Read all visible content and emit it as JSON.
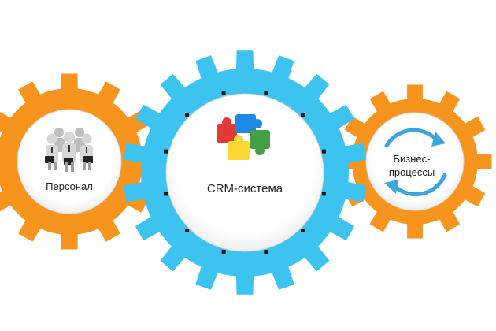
{
  "gears": {
    "personnel": {
      "label": "Персонал",
      "color": "#F7941D",
      "icon": "business-people-icon"
    },
    "crm": {
      "label": "CRM-система",
      "color": "#3CC3F0",
      "icon": "puzzle-icon"
    },
    "business": {
      "label_line1": "Бизнес-",
      "label_line2": "процессы",
      "color": "#F7941D",
      "icon": "cycle-arrows-icon"
    }
  },
  "colors": {
    "hub": "#FFFFFF",
    "hub_stroke": "#D9D9D9",
    "dots": "#111111",
    "puzzle": [
      "#E53935",
      "#1E88E5",
      "#43A047",
      "#FDD835"
    ],
    "cycle_arrows": "#3AA6DD"
  }
}
